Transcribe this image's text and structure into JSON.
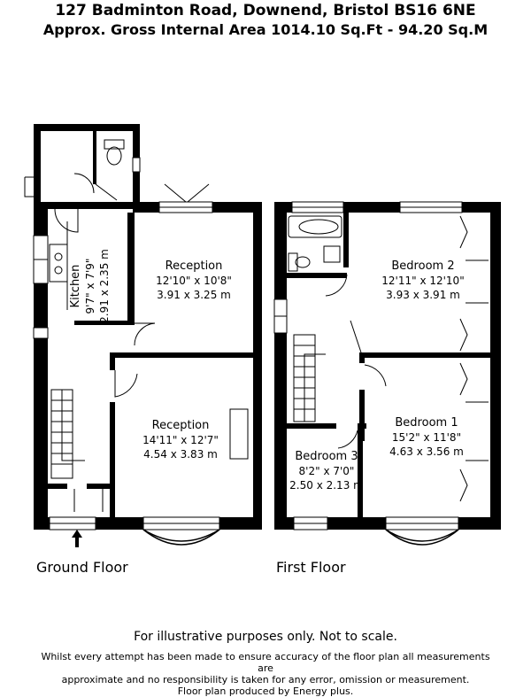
{
  "header": {
    "address": "127 Badminton Road, Downend, Bristol BS16 6NE",
    "area": "Approx. Gross Internal Area 1014.10 Sq.Ft - 94.20 Sq.M"
  },
  "floors": {
    "ground": {
      "label": "Ground Floor",
      "rooms": {
        "kitchen": {
          "name": "Kitchen",
          "imperial": "9'7\" x 7'9\"",
          "metric": "2.91 x 2.35 m"
        },
        "reception_rear": {
          "name": "Reception",
          "imperial": "12'10\" x 10'8\"",
          "metric": "3.91 x 3.25 m"
        },
        "reception_front": {
          "name": "Reception",
          "imperial": "14'11\" x 12'7\"",
          "metric": "4.54 x 3.83 m"
        }
      }
    },
    "first": {
      "label": "First Floor",
      "rooms": {
        "bedroom2": {
          "name": "Bedroom 2",
          "imperial": "12'11\" x 12'10\"",
          "metric": "3.93 x 3.91 m"
        },
        "bedroom1": {
          "name": "Bedroom 1",
          "imperial": "15'2\" x 11'8\"",
          "metric": "4.63 x 3.56 m"
        },
        "bedroom3": {
          "name": "Bedroom 3",
          "imperial": "8'2\" x 7'0\"",
          "metric": "2.50 x 2.13 m"
        }
      }
    }
  },
  "footer": {
    "disclaimer": "For illustrative purposes only. Not to scale.",
    "note_line1": "Whilst every attempt has been made to ensure accuracy of the floor plan all measurements are",
    "note_line2": "approximate and no responsibility is taken for any error, omission or measurement.",
    "note_line3": "Floor plan produced by Energy plus."
  },
  "colors": {
    "wall": "#000000",
    "background": "#ffffff"
  }
}
